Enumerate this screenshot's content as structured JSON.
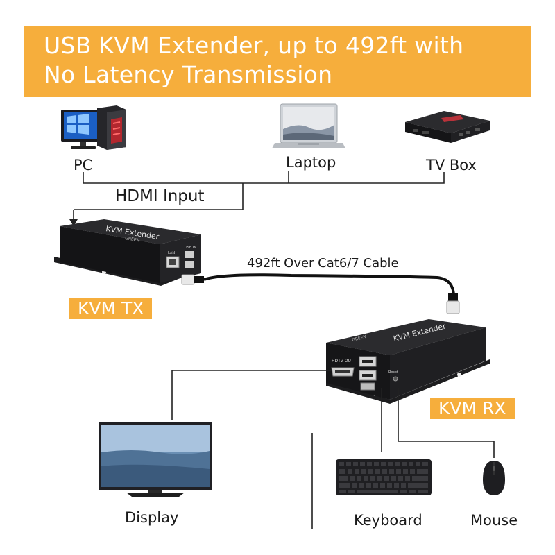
{
  "banner": {
    "title": "USB KVM Extender, up to 492ft with\nNo Latency Transmission",
    "color": "#f6ae3c"
  },
  "sources": {
    "pc": "PC",
    "laptop": "Laptop",
    "tv_box": "TV Box"
  },
  "hdmi_input": "HDMI Input",
  "cable": "492ft Over Cat6/7 Cable",
  "tx": {
    "tag": "KVM TX",
    "device_text": "KVM Extender",
    "port_lan": "LAN",
    "port_usb": "USB IN"
  },
  "rx": {
    "tag": "KVM RX",
    "device_text": "KVM Extender",
    "port_hdmi": "HDTV OUT",
    "port_reset": "Reset"
  },
  "outputs": {
    "display": "Display",
    "keyboard": "Keyboard",
    "mouse": "Mouse"
  },
  "brand_mark": "GREEN",
  "icons": [
    "pc-tower-icon",
    "monitor-icon",
    "laptop-icon",
    "tv-box-icon",
    "rj45-plug-icon",
    "keyboard-icon",
    "mouse-icon",
    "display-icon"
  ]
}
